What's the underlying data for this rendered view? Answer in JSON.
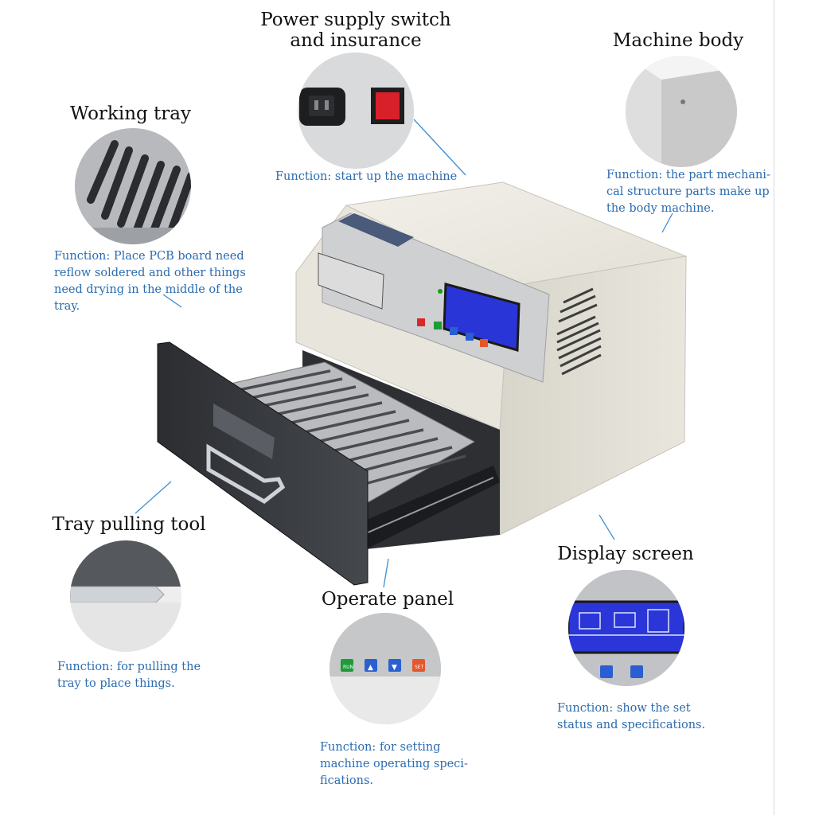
{
  "labels": {
    "power": {
      "title": "Power supply switch\nand insurance",
      "function": "Function: start up the machine"
    },
    "body": {
      "title": "Machine body",
      "function": "Function: the part mechani-\ncal structure parts make up\nthe body machine."
    },
    "tray": {
      "title": "Working tray",
      "function": "Function: Place PCB board need\nreflow soldered and other things\nneed drying in the middle of the\ntray."
    },
    "pull": {
      "title": "Tray pulling tool",
      "function": "Function: for pulling the\ntray to place things."
    },
    "panel": {
      "title": "Operate panel",
      "function": "Function: for setting\nmachine operating speci-\nfications."
    },
    "display": {
      "title": "Display screen",
      "function": "Function: show the set\nstatus and specifications."
    }
  },
  "panel_buttons": [
    "RUN",
    "▲",
    "▼",
    "SET"
  ],
  "colors": {
    "leader": "#3c8fd6",
    "function_text": "#2b6cb0",
    "lcd": "#2a35d8"
  }
}
